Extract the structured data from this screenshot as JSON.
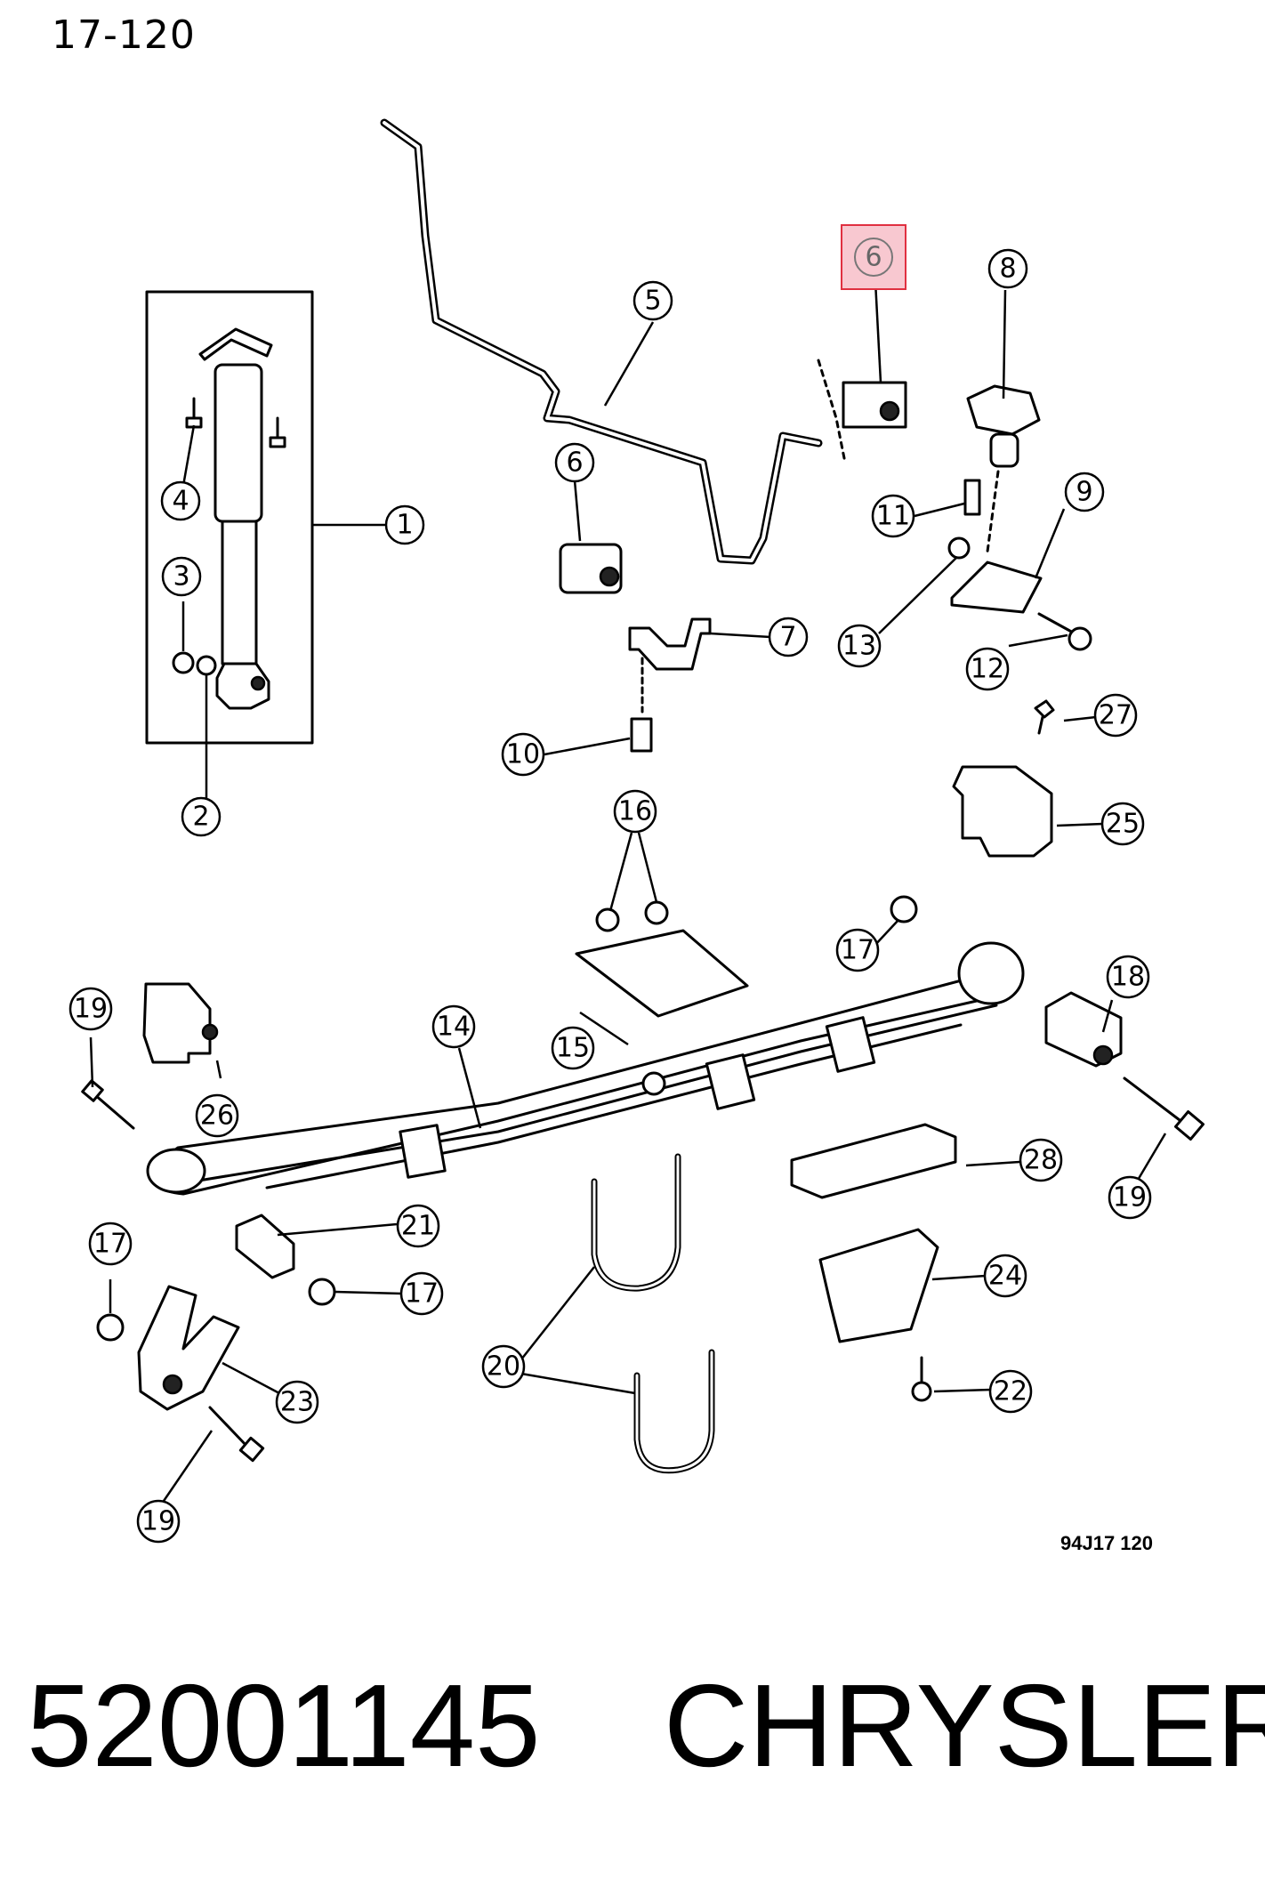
{
  "page_ref": "17-120",
  "drawing_code": "94J17  120",
  "footer": {
    "part_number": "52001145",
    "brand": "CHRYSLER"
  },
  "highlight": {
    "callout": "6",
    "color": "#f8c8d0",
    "border_color": "#e03040"
  },
  "callouts": {
    "c1": "1",
    "c2": "2",
    "c3": "3",
    "c4": "4",
    "c5": "5",
    "c6_highlight": "6",
    "c6": "6",
    "c7": "7",
    "c8": "8",
    "c9": "9",
    "c10": "10",
    "c11": "11",
    "c12": "12",
    "c13": "13",
    "c14": "14",
    "c15": "15",
    "c16": "16",
    "c17_a": "17",
    "c17_b": "17",
    "c17_c": "17",
    "c18": "18",
    "c19_a": "19",
    "c19_b": "19",
    "c19_c": "19",
    "c20": "20",
    "c21": "21",
    "c22": "22",
    "c23": "23",
    "c24": "24",
    "c25": "25",
    "c26": "26",
    "c27": "27",
    "c28": "28"
  }
}
